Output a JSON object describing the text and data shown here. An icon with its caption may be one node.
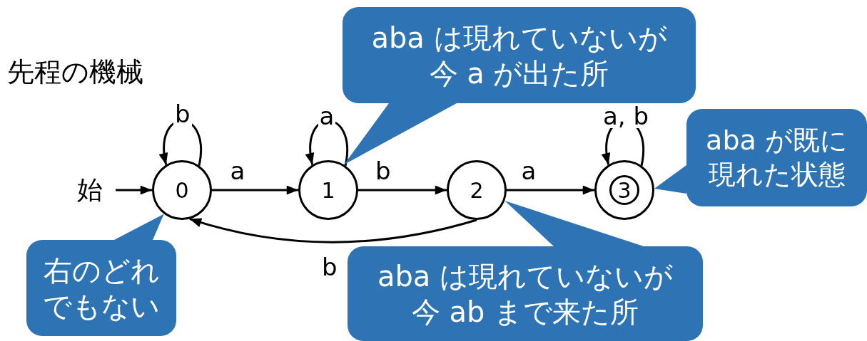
{
  "diagram": {
    "title": "先程の機械",
    "nodes": [
      {
        "text": [
          "始"
        ]
      },
      {
        "text": [
          "0"
        ]
      },
      {
        "text": [
          "1"
        ]
      },
      {
        "text": [
          "2"
        ]
      },
      {
        "text": [
          "3"
        ]
      },
      {
        "text": [
          "aba は現れていないが今 a が出た所"
        ]
      },
      {
        "text": [
          "aba が既に現れた状態"
        ]
      },
      {
        "text": [
          "右のどれでもない"
        ]
      },
      {
        "text": [
          "aba は現れていないが今 ab まで来た所"
        ]
      }
    ],
    "edges": [
      {
        "from": 0,
        "to": 1,
        "arrow": "to"
      },
      {
        "from": 1,
        "to": 1,
        "arrow": "to",
        "label": "b"
      },
      {
        "from": 1,
        "to": 2,
        "arrow": "to",
        "label": "a"
      },
      {
        "from": 2,
        "to": 2,
        "arrow": "to",
        "label": "a"
      },
      {
        "from": 2,
        "to": 3,
        "arrow": "to",
        "label": "b"
      },
      {
        "from": 3,
        "to": 4,
        "arrow": "to",
        "label": "a"
      },
      {
        "from": 4,
        "to": 4,
        "arrow": "to",
        "label": "a, b"
      },
      {
        "from": 3,
        "to": 1,
        "arrow": "to",
        "label": "b"
      },
      {
        "from": 5,
        "to": 2,
        "arrow": "none",
        "color": "#2e74b5"
      },
      {
        "from": 6,
        "to": 4,
        "arrow": "none",
        "color": "#2e74b5"
      },
      {
        "from": 7,
        "to": 1,
        "arrow": "none",
        "color": "#2e74b5"
      },
      {
        "from": 8,
        "to": 3,
        "arrow": "none",
        "color": "#2e74b5"
      }
    ]
  }
}
